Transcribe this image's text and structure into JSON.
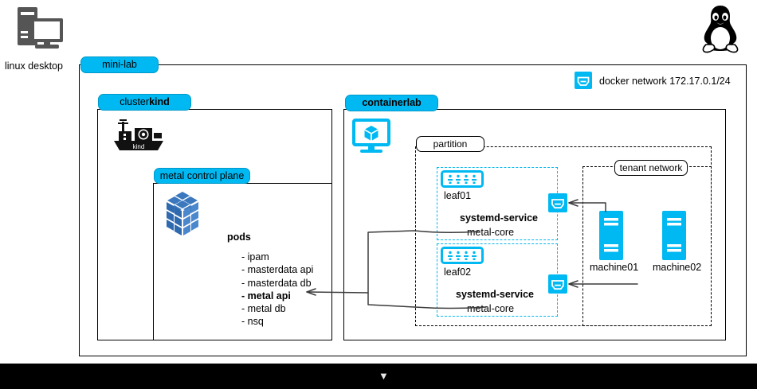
{
  "diagram": {
    "title": "mini-lab architecture diagram",
    "colors": {
      "cyan": "#00b9f2",
      "cyan_border": "#0098c8",
      "k8s_blue": "#326ce5",
      "icon_gray": "#555555",
      "black": "#000000",
      "white": "#ffffff"
    },
    "desktop": {
      "icon": "linux-desktop-icon",
      "label": "linux desktop"
    },
    "penguin": {
      "icon": "tux-penguin-logo"
    },
    "mini_lab": {
      "tab_label": "mini-lab"
    },
    "docker_network": {
      "icon": "docker-network-icon",
      "label": "docker network 172.17.0.1/24"
    },
    "cluster_kind": {
      "tab_prefix": "cluster ",
      "tab_strong": "kind",
      "ship_icon": "kind-ship-logo",
      "ship_label": "kind"
    },
    "metal_control_plane": {
      "tab_label": "metal control plane",
      "k8s_icon": "kubernetes-cube-icon",
      "pods_title": "pods",
      "pods": [
        {
          "label": "- ipam",
          "bold": false
        },
        {
          "label": "- masterdata api",
          "bold": false
        },
        {
          "label": "- masterdata db",
          "bold": false
        },
        {
          "label": "- metal api",
          "bold": true
        },
        {
          "label": "- metal db",
          "bold": false
        },
        {
          "label": "- nsq",
          "bold": false
        }
      ]
    },
    "containerlab": {
      "tab_label": "containerlab",
      "icon": "containerlab-monitor-cube-icon"
    },
    "partition": {
      "label": "partition",
      "leaves": [
        {
          "icon": "leaf-switch-icon",
          "name": "leaf01",
          "service_title": "systemd-service",
          "service_name": "metal-core",
          "port_icon": "network-port-icon"
        },
        {
          "icon": "leaf-switch-icon",
          "name": "leaf02",
          "service_title": "systemd-service",
          "service_name": "metal-core",
          "port_icon": "network-port-icon"
        }
      ]
    },
    "tenant_network": {
      "label": "tenant network",
      "machines": [
        {
          "icon": "server-machine-icon",
          "label": "machine01"
        },
        {
          "icon": "server-machine-icon",
          "label": "machine02"
        }
      ]
    },
    "bottom_bar": {
      "marker": "▼"
    }
  }
}
